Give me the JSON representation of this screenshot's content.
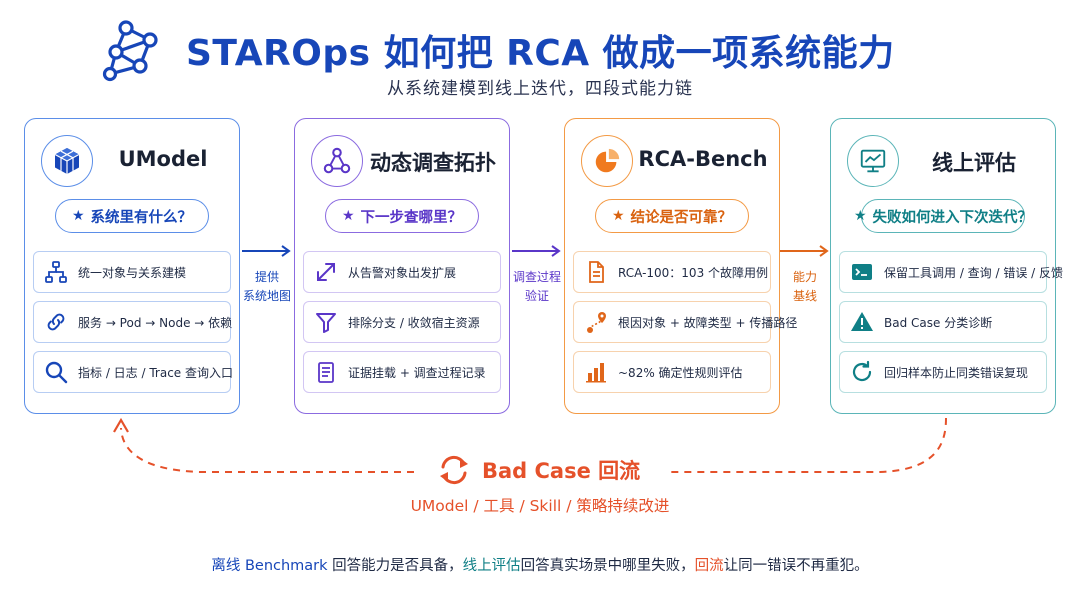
{
  "header": {
    "title": "STAROps 如何把 RCA 做成一项系统能力",
    "subtitle": "从系统建模到线上迭代，四段式能力链"
  },
  "cards": [
    {
      "title": "UModel",
      "question": "系统里有什么？",
      "icon": "cube-icon",
      "color": "#1746b8",
      "items": [
        {
          "icon": "hierarchy-icon",
          "text": "统一对象与关系建模"
        },
        {
          "icon": "link-chain-icon",
          "text": "服务 → Pod → Node → 依赖"
        },
        {
          "icon": "search-icon",
          "text": "指标 / 日志 / Trace 查询入口"
        }
      ]
    },
    {
      "title": "动态调查拓扑",
      "question": "下一步查哪里？",
      "icon": "topology-icon",
      "color": "#5a36c8",
      "items": [
        {
          "icon": "expand-arrow-icon",
          "text": "从告警对象出发扩展"
        },
        {
          "icon": "funnel-icon",
          "text": "排除分支 / 收敛宿主资源"
        },
        {
          "icon": "document-list-icon",
          "text": "证据挂载 + 调查过程记录"
        }
      ]
    },
    {
      "title": "RCA-Bench",
      "question": "结论是否可靠？",
      "icon": "pie-chart-icon",
      "color": "#d9620f",
      "items": [
        {
          "icon": "document-icon",
          "text": "RCA-100：103 个故障用例"
        },
        {
          "icon": "route-pin-icon",
          "text": "根因对象 + 故障类型 + 传播路径"
        },
        {
          "icon": "bar-chart-icon",
          "text": "~82% 确定性规则评估"
        }
      ]
    },
    {
      "title": "线上评估",
      "question": "失败如何进入下次迭代？",
      "icon": "monitor-chart-icon",
      "color": "#0f7f86",
      "items": [
        {
          "icon": "terminal-icon",
          "text": "保留工具调用 / 查询 / 错误 / 反馈"
        },
        {
          "icon": "warning-icon",
          "text": "Bad Case 分类诊断"
        },
        {
          "icon": "refresh-icon",
          "text": "回归样本防止同类错误复现"
        }
      ]
    }
  ],
  "connectors": [
    {
      "line1": "提供",
      "line2": "系统地图",
      "color": "#1746b8"
    },
    {
      "line1": "调查过程",
      "line2": "验证",
      "color": "#5a36c8"
    },
    {
      "line1": "能力",
      "line2": "基线",
      "color": "#d9620f"
    }
  ],
  "loop": {
    "title": "Bad Case 回流",
    "subtitle": "UModel / 工具 / Skill / 策略持续改进",
    "color": "#e5512a"
  },
  "footer": {
    "part1": "离线 Benchmark",
    "part2": " 回答能力是否具备，",
    "part3": "线上评估",
    "part4": "回答真实场景中哪里失败，",
    "part5": "回流",
    "part6": "让同一错误不再重犯。"
  }
}
